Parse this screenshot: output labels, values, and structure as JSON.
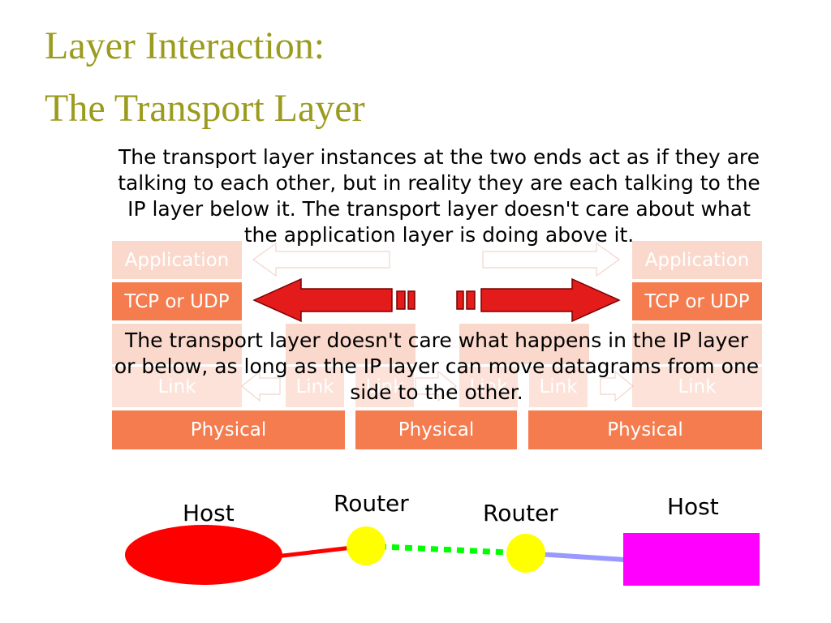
{
  "slide": {
    "title_line1": "Layer Interaction:",
    "title_line2": "The Transport Layer"
  },
  "stack": {
    "application_left": "Application",
    "application_right": "Application",
    "transport_left": "TCP or UDP",
    "transport_right": "TCP or UDP",
    "link": "Link",
    "physical": "Physical"
  },
  "text": {
    "paragraph_top": "The transport layer instances at the two ends act as if they are talking to each other, but in reality they are each talking to the IP layer below it.  The transport layer doesn't care about what the application layer is doing above it.",
    "paragraph_bottom": "The transport layer doesn't care what happens in the IP layer or below, as long as the IP layer can move datagrams from one side to the other."
  },
  "network": {
    "host_left": "Host",
    "router_1": "Router",
    "router_2": "Router",
    "host_right": "Host"
  },
  "colors": {
    "title": "#9b9b1f",
    "physical": "#f47c4f",
    "faded_layer": "#fad8cc",
    "arrow": "#e31b1b",
    "host_left": "#ff0000",
    "router": "#ffff00",
    "host_right": "#ff00ff",
    "router_link": "#00ff00",
    "right_link": "#9999ff"
  }
}
